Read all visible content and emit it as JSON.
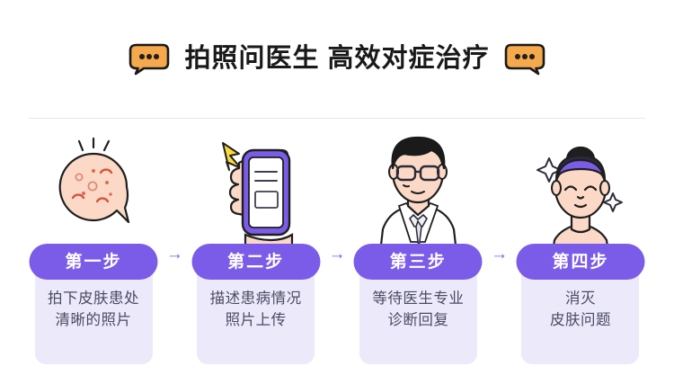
{
  "header": {
    "title": "拍照问医生 高效对症治疗",
    "left_icon": "speech-bubble-icon",
    "right_icon": "speech-bubble-icon"
  },
  "colors": {
    "background": "#ffffff",
    "title_text": "#191919",
    "bubble_orange": "#f5a94c",
    "pill_purple": "#7b5ce8",
    "card_background": "#ece9fb",
    "caption_text": "#4b4b63",
    "arrow": "#7b5ce8",
    "skin": "#fbd9c6",
    "divider": "#e9e9ec",
    "lightning_yellow": "#fcd93b",
    "hair_black": "#1a1a1a"
  },
  "arrow_glyph": "→",
  "steps": [
    {
      "pill_label": "第一步",
      "caption": "拍下皮肤患处\n清晰的照片",
      "icon": "acne-face-bubble-icon"
    },
    {
      "pill_label": "第二步",
      "caption": "描述患病情况\n照片上传",
      "icon": "hand-holding-phone-icon"
    },
    {
      "pill_label": "第三步",
      "caption": "等待医生专业\n诊断回复",
      "icon": "male-doctor-icon"
    },
    {
      "pill_label": "第四步",
      "caption": "消灭\n皮肤问题",
      "icon": "smiling-woman-icon"
    }
  ]
}
